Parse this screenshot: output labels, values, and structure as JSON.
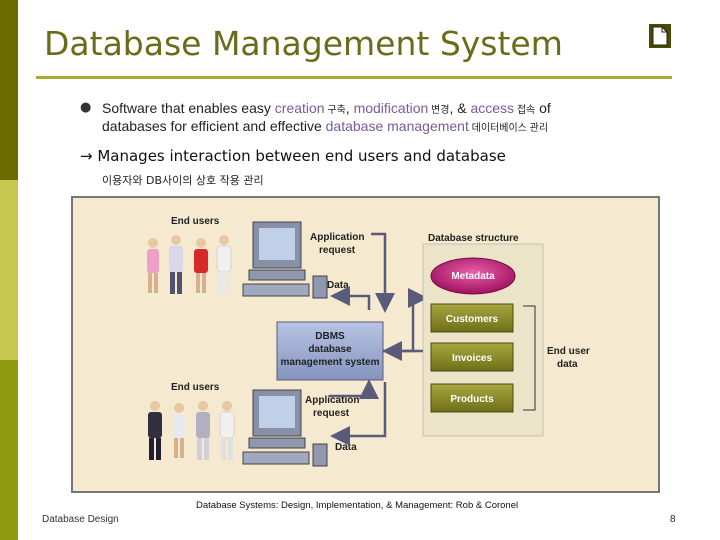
{
  "slide": {
    "title": "Database Management System",
    "bullet1": {
      "t1": "Software that enables easy ",
      "t2": "creation",
      "t3": " 구축",
      "t4": ", ",
      "t5": "modification",
      "t6": " 변경",
      "t7": ", & ",
      "t8": "access",
      "t9": " 접속",
      "t10": " of",
      "l2a": "databases for efficient and effective ",
      "l2b": "database management",
      "l2c": " 데이터베이스 관리"
    },
    "arrow_line": "→ Manages interaction between end users and database",
    "korean_line": "이용자와 DB사이의 상호 작용 관리",
    "footer_center": "Database Systems: Design, Implementation, & Management: Rob & Coronel",
    "footer_left": "Database Design",
    "page_number": "8"
  },
  "diagram": {
    "end_users_top": "End users",
    "end_users_bottom": "End users",
    "app_request_top_1": "Application",
    "app_request_top_2": "request",
    "data_top": "Data",
    "app_request_bottom_1": "Application",
    "app_request_bottom_2": "request",
    "data_bottom": "Data",
    "dbms_1": "DBMS",
    "dbms_2": "database",
    "dbms_3": "management system",
    "db_structure": "Database structure",
    "metadata": "Metadata",
    "customers": "Customers",
    "invoices": "Invoices",
    "products": "Products",
    "end_user_data_1": "End user",
    "end_user_data_2": "data"
  },
  "colors": {
    "title": "#6b6b1c",
    "accent_rule": "#a8a830",
    "highlight_text": "#7a5a9a",
    "diagram_bg": "#f5ead0",
    "dbms_box": "#9aa8cc",
    "metadata": "#c0207a",
    "table_box": "#8a8a2a"
  },
  "icons": {
    "doc": "document-icon",
    "bullet": "bullet-dot-icon",
    "arrow": "right-arrow-icon"
  }
}
